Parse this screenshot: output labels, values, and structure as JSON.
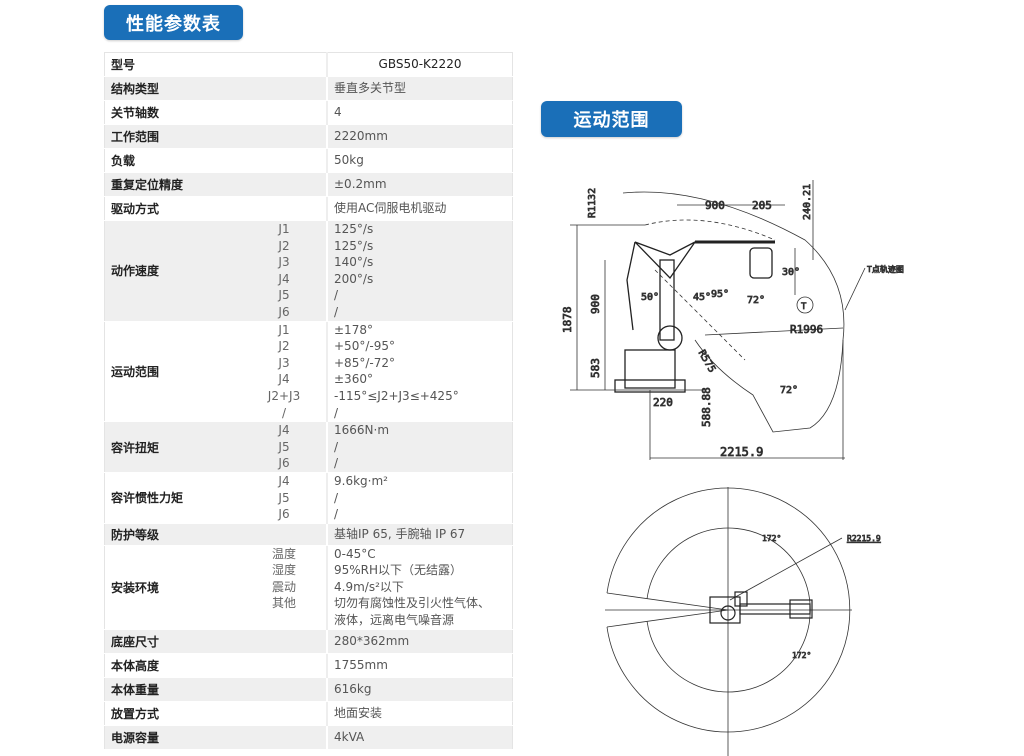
{
  "titles": {
    "spec": "性能参数表",
    "range": "运动范围"
  },
  "colors": {
    "accent": "#1a6fb8",
    "row_alt": "#efefef"
  },
  "spec_rows": [
    {
      "label": "型号",
      "subs": [],
      "values": [
        "GBS50-K2220"
      ],
      "center": true
    },
    {
      "label": "结构类型",
      "subs": [],
      "values": [
        "垂直多关节型"
      ]
    },
    {
      "label": "关节轴数",
      "subs": [],
      "values": [
        "4"
      ]
    },
    {
      "label": "工作范围",
      "subs": [],
      "values": [
        "2220mm"
      ]
    },
    {
      "label": "负载",
      "subs": [],
      "values": [
        "50kg"
      ]
    },
    {
      "label": "重复定位精度",
      "subs": [],
      "values": [
        "±0.2mm"
      ]
    },
    {
      "label": "驱动方式",
      "subs": [],
      "values": [
        "使用AC伺服电机驱动"
      ]
    },
    {
      "label": "动作速度",
      "subs": [
        "J1",
        "J2",
        "J3",
        "J4",
        "J5",
        "J6"
      ],
      "values": [
        "125°/s",
        "125°/s",
        "140°/s",
        "200°/s",
        "/",
        "/"
      ]
    },
    {
      "label": "运动范围",
      "subs": [
        "J1",
        "J2",
        "J3",
        "J4",
        "J2+J3",
        "/"
      ],
      "values": [
        "±178°",
        "+50°/-95°",
        "+85°/-72°",
        "±360°",
        "-115°≤J2+J3≤+425°",
        "/"
      ]
    },
    {
      "label": "容许扭矩",
      "subs": [
        "J4",
        "J5",
        "J6"
      ],
      "values": [
        "1666N·m",
        "/",
        "/"
      ]
    },
    {
      "label": "容许惯性力矩",
      "subs": [
        "J4",
        "J5",
        "J6"
      ],
      "values": [
        "9.6kg·m²",
        "/",
        "/"
      ]
    },
    {
      "label": "防护等级",
      "subs": [],
      "values": [
        "基轴IP 65, 手腕轴 IP 67"
      ]
    },
    {
      "label": "安装环境",
      "subs": [
        "温度",
        "湿度",
        "震动",
        "其他",
        ""
      ],
      "values": [
        "0-45°C",
        "95%RH以下（无结露）",
        "4.9m/s²以下",
        "切勿有腐蚀性及引火性气体、",
        "液体，远离电气噪音源"
      ]
    },
    {
      "label": "底座尺寸",
      "subs": [],
      "values": [
        "280*362mm"
      ]
    },
    {
      "label": "本体高度",
      "subs": [],
      "values": [
        "1755mm"
      ]
    },
    {
      "label": "本体重量",
      "subs": [],
      "values": [
        "616kg"
      ]
    },
    {
      "label": "放置方式",
      "subs": [],
      "values": [
        "地面安装"
      ]
    },
    {
      "label": "电源容量",
      "subs": [],
      "values": [
        "4kVA"
      ]
    }
  ],
  "side_view": {
    "dims": {
      "r1132": "R1132",
      "d900h": "900",
      "d205": "205",
      "d24021": "240.21",
      "d1878": "1878",
      "d900v": "900",
      "d583": "583",
      "d220": "220",
      "d58888": "588.88",
      "d22159": "2215.9",
      "r1996": "R1996",
      "r575": "R575",
      "a50": "50°",
      "a45": "45°",
      "a95": "95°",
      "a72a": "72°",
      "a72b": "72°",
      "a30": "30°",
      "marker": "T",
      "trajectory": "T点轨迹图"
    }
  },
  "top_view": {
    "a172a": "172°",
    "a172b": "172°",
    "r22159": "R2215.9"
  }
}
